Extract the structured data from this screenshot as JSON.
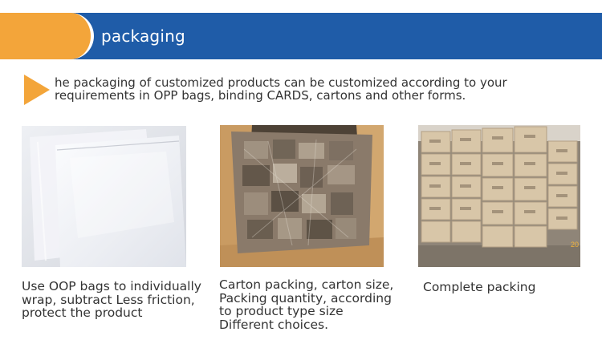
{
  "header": {
    "title": "packaging",
    "colors": {
      "bar": "#1f5ca8",
      "tab": "#f3a53a"
    }
  },
  "intro": {
    "line1": "he packaging of customized products can be customized according to your",
    "line2": "requirements in OPP bags, binding CARDS, cartons and other forms."
  },
  "items": [
    {
      "photo": "opp-bags",
      "caption": [
        "Use OOP bags to individually",
        "wrap, subtract Less friction,",
        "protect the product"
      ]
    },
    {
      "photo": "carton-with-products",
      "caption": [
        "Carton packing, carton size,",
        "Packing quantity, according",
        "to product type size",
        "Different choices."
      ]
    },
    {
      "photo": "stacked-cartons",
      "caption": [
        "Complete packing"
      ],
      "photo_mark": "20"
    }
  ]
}
